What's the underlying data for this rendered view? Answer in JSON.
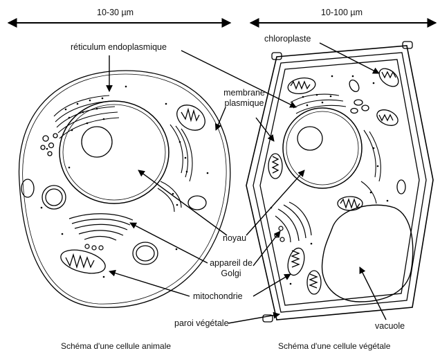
{
  "scales": {
    "animal": "10-30 µm",
    "vegetal": "10-100 µm"
  },
  "labels": {
    "reticulum": "réticulum endoplasmique",
    "chloroplaste": "chloroplaste",
    "membrane_l1": "membrane",
    "membrane_l2": "plasmique",
    "noyau": "noyau",
    "golgi_l1": "appareil de",
    "golgi_l2": "Golgi",
    "mitochondrie": "mitochondrie",
    "paroi": "paroi végétale",
    "vacuole": "vacuole"
  },
  "captions": {
    "animal": "Schéma d'une cellule animale",
    "vegetal": "Schéma d'une cellule végétale"
  }
}
